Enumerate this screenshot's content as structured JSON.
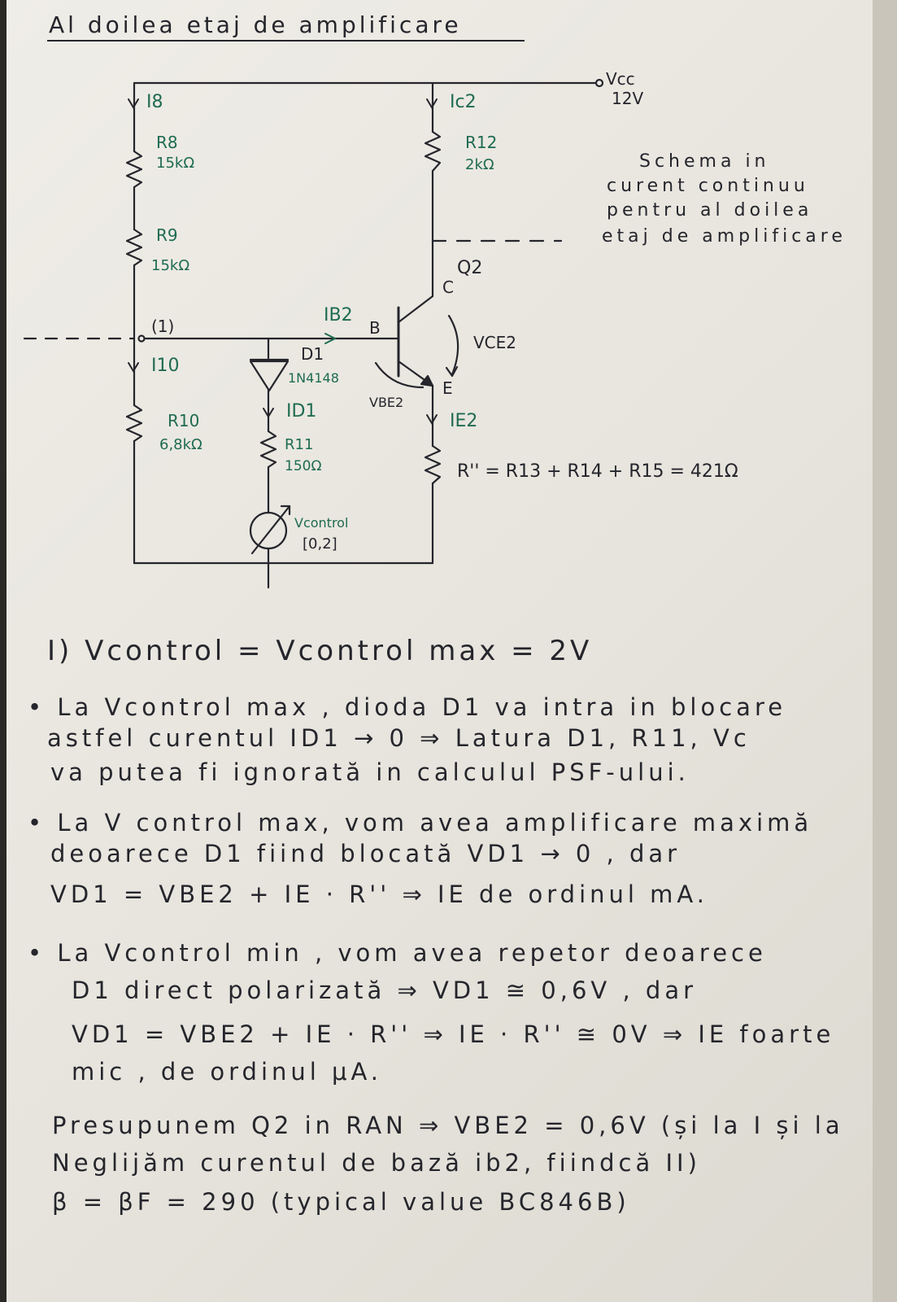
{
  "title": "Al doilea etaj de amplificare",
  "circuit": {
    "vcc_label": "Vcc",
    "vcc_value": "12V",
    "currents": {
      "i8": "I8",
      "ic2": "Ic2",
      "ib2": "IB2",
      "i10": "I10",
      "id1": "ID1",
      "ie2": "IE2"
    },
    "r8": {
      "name": "R8",
      "value": "15kΩ"
    },
    "r9": {
      "name": "R9",
      "value": "15kΩ"
    },
    "r12": {
      "name": "R12",
      "value": "2kΩ"
    },
    "r10": {
      "name": "R10",
      "value": "6,8kΩ"
    },
    "r11": {
      "name": "R11",
      "value": "150Ω"
    },
    "d1": {
      "name": "D1",
      "part": "1N4148"
    },
    "node_label": "(1)",
    "transistor": "Q2",
    "pin_b": "B",
    "pin_c": "C",
    "pin_e": "E",
    "vce": "VCE2",
    "vbe": "VBE2",
    "r_eq": "R'' = R13 + R14 + R15 = 421Ω",
    "vcontrol_label": "Vcontrol",
    "vcontrol_range": "[0,2]"
  },
  "side_note": [
    "Schema in",
    "curent continuu",
    "pentru al doilea",
    "etaj de amplificare"
  ],
  "text": {
    "case1": "I) Vcontrol = Vcontrol max = 2V",
    "p1": [
      "• La Vcontrol max , dioda D1 va intra in blocare",
      "astfel curentul ID1 → 0 ⇒ Latura D1, R11, Vc",
      "va putea fi ignorată in calculul PSF-ului."
    ],
    "p2": [
      "• La V control max, vom avea amplificare maximă",
      "deoarece D1 fiind blocată VD1 → 0 , dar",
      "VD1 = VBE2 + IE · R''  ⇒ IE de ordinul mA."
    ],
    "p3": [
      "• La Vcontrol min , vom avea repetor deoarece",
      "D1 direct polarizată ⇒ VD1 ≅ 0,6V , dar",
      "VD1 = VBE2 + IE · R''  ⇒ IE · R'' ≅ 0V  ⇒ IE foarte",
      "mic , de ordinul μA."
    ],
    "p4": [
      "Presupunem Q2 in RAN ⇒ VBE2 = 0,6V (și la I și la",
      "Neglijăm curentul de bază ib2, fiindcă        II)",
      "β = βF = 290 (typical value BC846B)"
    ]
  }
}
